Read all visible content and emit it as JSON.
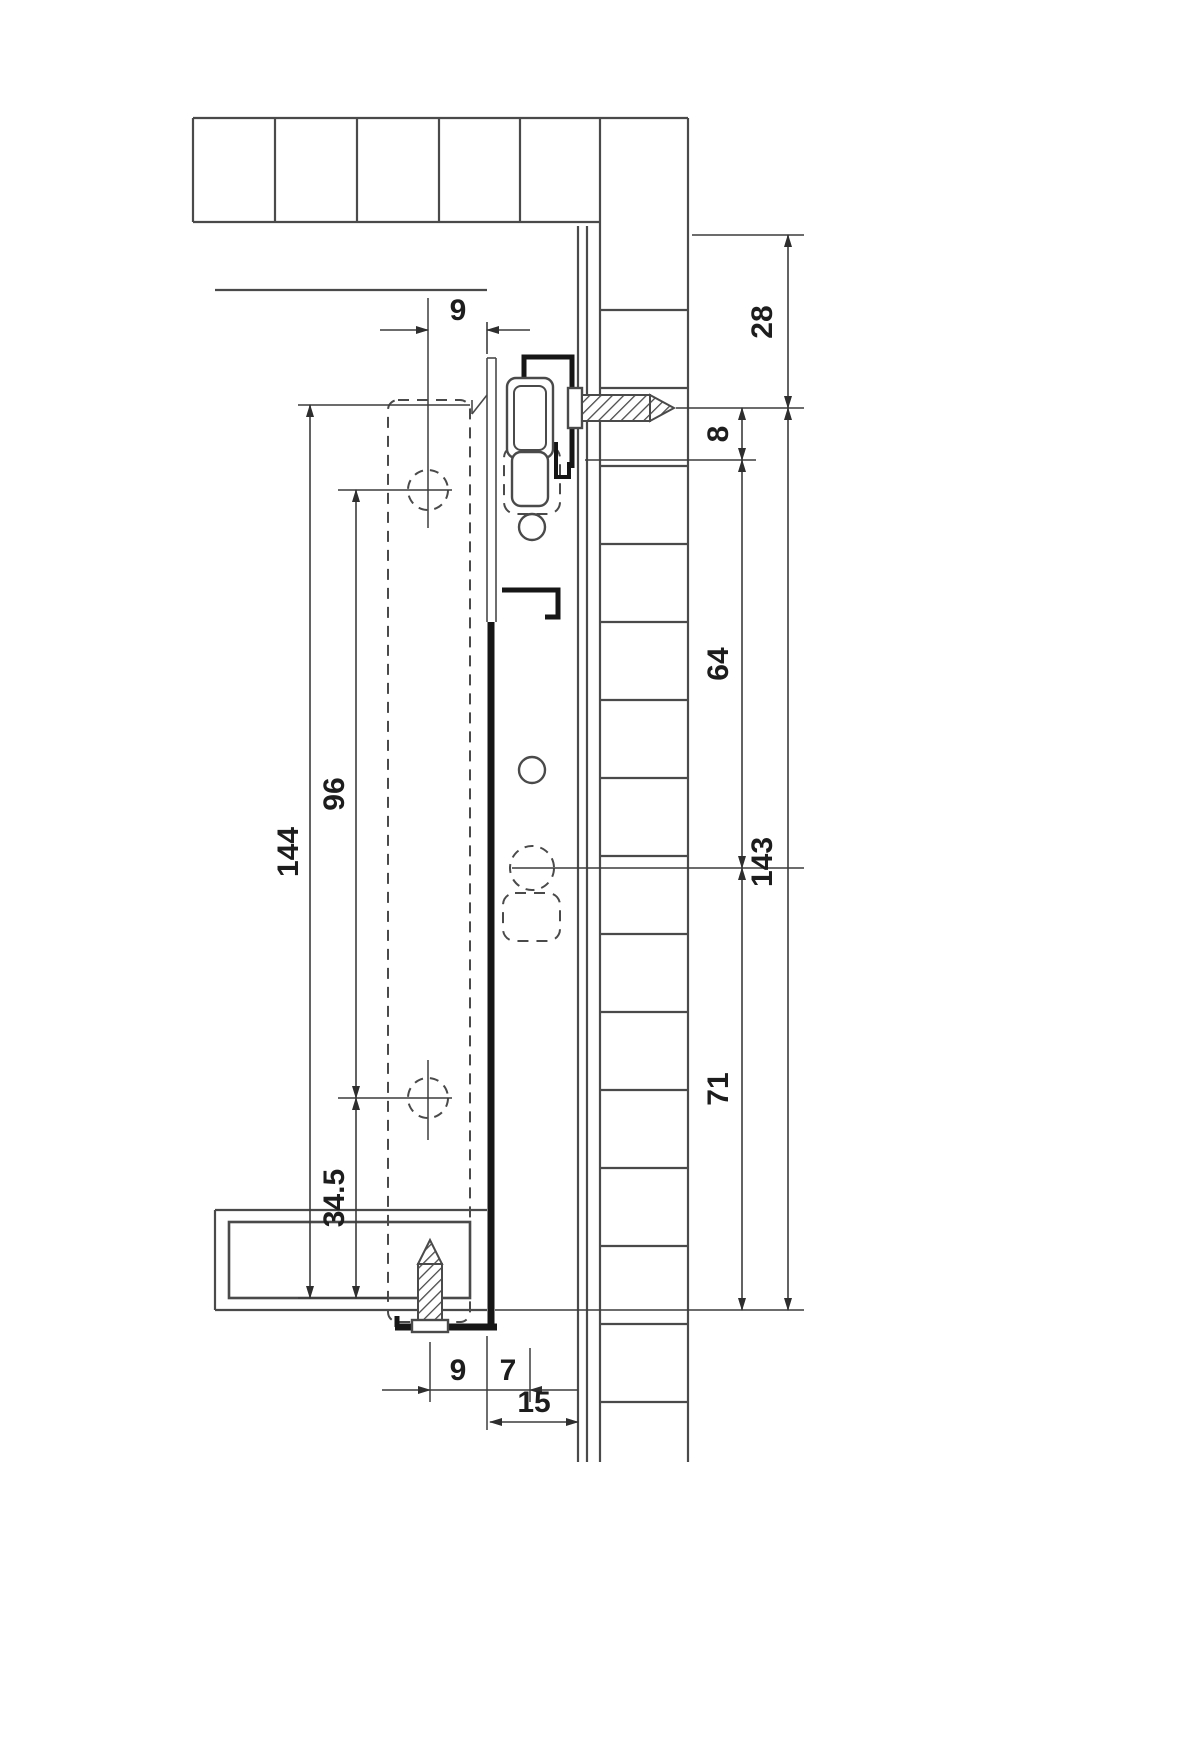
{
  "dims": {
    "top_offset": "9",
    "panel_top_to_screw_axis": "28",
    "screw_axis_to_bracket": "8",
    "bracket_to_hook_center": "64",
    "screw_axis_to_hook_total": "143",
    "hook_center_to_bottom": "71",
    "front_holes_span": "144",
    "front_holes_spacing": "96",
    "bottom_hole_to_base": "34.5",
    "base_axis_to_rail": "9",
    "rail_to_runner_axis": "7",
    "rail_to_side_panel": "15"
  },
  "colors": {
    "line": "#4a4a4a",
    "profile_dark": "#161616",
    "dimension": "#3c3c3c",
    "text": "#1d1d1d",
    "background": "#ffffff"
  }
}
